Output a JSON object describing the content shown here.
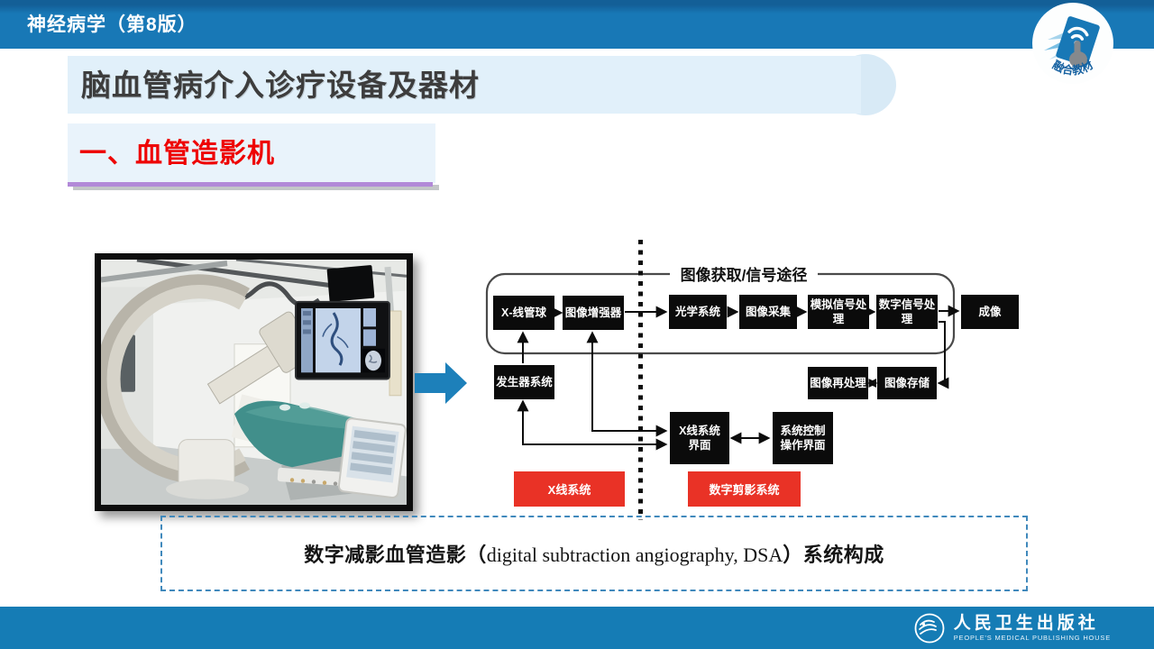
{
  "colors": {
    "header_blue": "#1878B6",
    "footer_blue": "#157CB5",
    "banner_light_blue": "#E1F0FA",
    "accent_red": "#E93226",
    "section_red": "#EE0404",
    "purple_underline": "#B289D8",
    "arrow_blue": "#1D80BA",
    "box_black": "#0B0B0B"
  },
  "header": {
    "book_title": "神经病学（第8版）"
  },
  "badge": {
    "label": "融合教材"
  },
  "page": {
    "title": "脑血管病介入诊疗设备及器材",
    "section_heading": "一、血管造影机"
  },
  "diagram": {
    "group_label": "图像获取/信号途径",
    "boxes": {
      "xray_tube": "X-线管球",
      "image_intensifier": "图像增强器",
      "optical_system": "光学系统",
      "image_capture": "图像采集",
      "analog_processing": {
        "line1": "模拟信号处",
        "line2": "理"
      },
      "digital_processing": {
        "line1": "数字信号处",
        "line2": "理"
      },
      "imaging": "成像",
      "generator_system": "发生器系统",
      "image_reprocessing": "图像再处理",
      "image_storage": "图像存储",
      "xray_interface": {
        "line1": "X线系统",
        "line2": "界面"
      },
      "control_interface": {
        "line1": "系统控制",
        "line2": "操作界面"
      }
    },
    "legend": {
      "xray_system": "X线系统",
      "digital_subtraction_system": "数字剪影系统"
    }
  },
  "caption": {
    "prefix": "数字减影血管造影（",
    "latin": "digital subtraction angiography, DSA",
    "suffix": "）系统构成"
  },
  "footer": {
    "publisher_cn": "人民卫生出版社",
    "publisher_en": "PEOPLE'S MEDICAL PUBLISHING HOUSE"
  }
}
